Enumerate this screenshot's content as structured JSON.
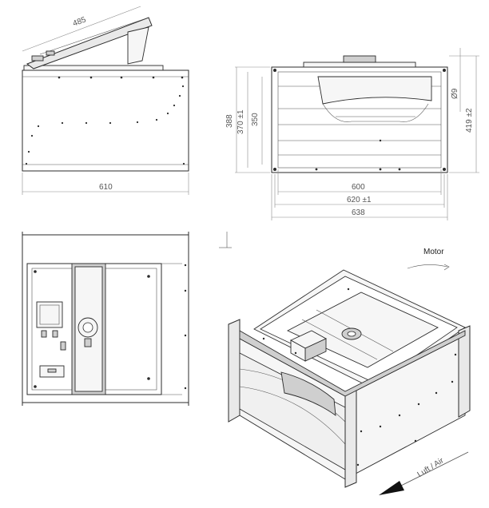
{
  "dimensions": {
    "side_width": "610",
    "lid_length": "485",
    "front_outer_height": "388",
    "front_flange_height": "370 ±1",
    "front_inner_height": "350",
    "front_inner_width": "600",
    "front_flange_width": "620 ±1",
    "front_outer_width": "638",
    "hole_diameter": "Ø9",
    "total_height": "419 ±2"
  },
  "labels": {
    "motor": "Motor",
    "airflow": "Luft / Air"
  },
  "colors": {
    "line": "#2b2b2b",
    "dimension": "#8a8a8a",
    "text": "#555555"
  }
}
